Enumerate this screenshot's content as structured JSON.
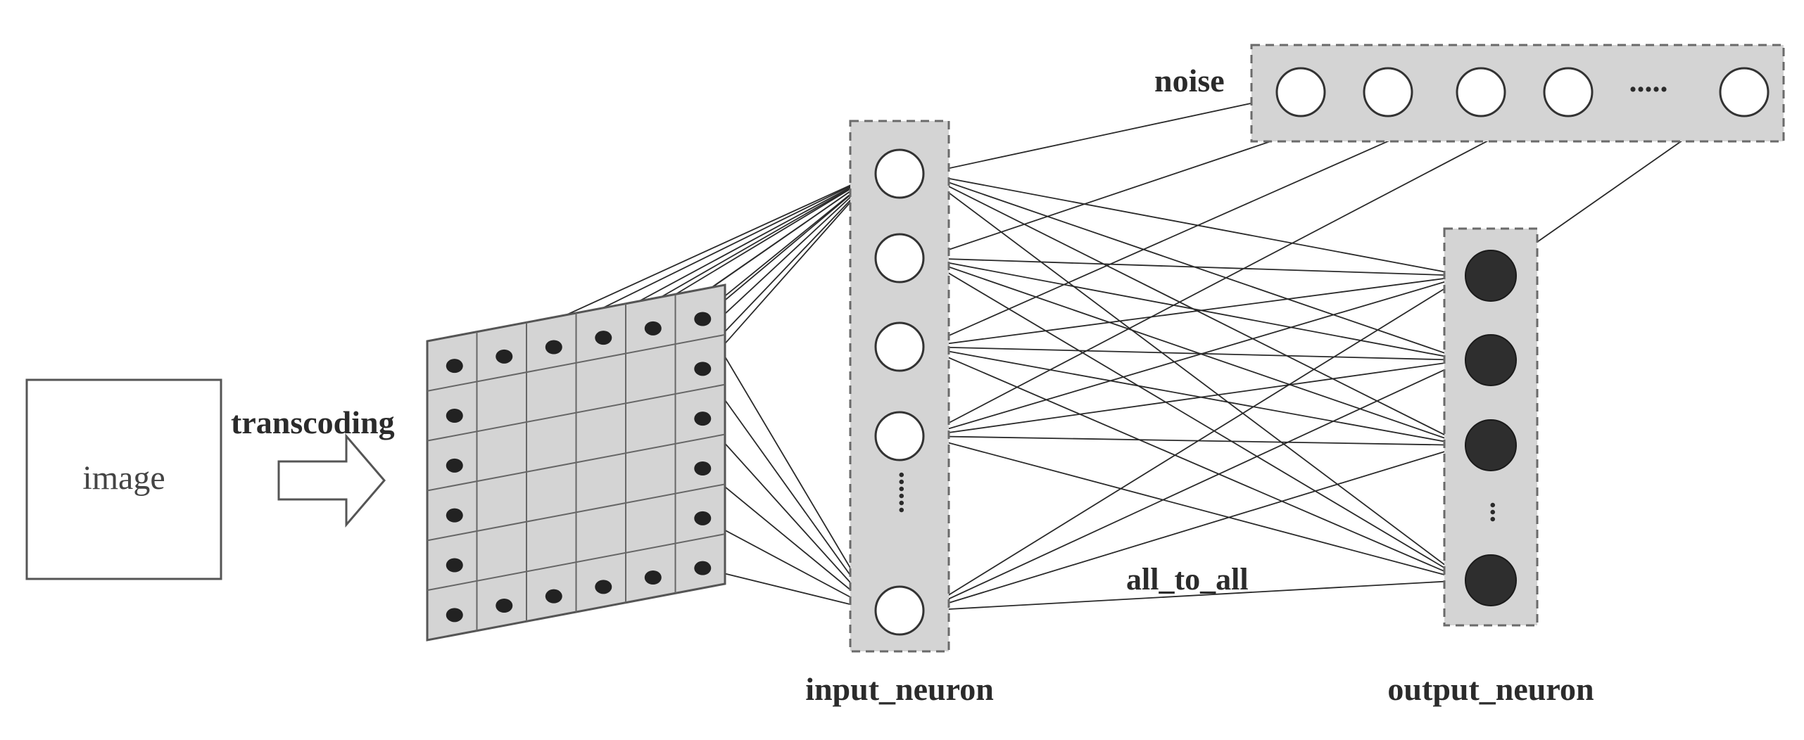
{
  "labels": {
    "image": "image",
    "transcoding": "transcoding",
    "noise": "noise",
    "noise_ellipsis": ".....",
    "input_ellipsis": "......",
    "output_ellipsis": "...",
    "all_to_all": "all_to_all",
    "input_neuron": "input_neuron",
    "output_neuron": "output_neuron"
  },
  "colors": {
    "panel_fill": "#d4d4d4",
    "panel_border": "#6a6a6a",
    "line": "#2a2a2a",
    "output_neuron_fill": "#2e2e2e",
    "input_neuron_fill": "#ffffff",
    "grid_dot": "#222222"
  },
  "structure": {
    "grid_rows": 6,
    "grid_cols": 6,
    "noise_neurons_shown": 5,
    "input_neurons_shown": 5,
    "output_neurons_shown": 4
  }
}
